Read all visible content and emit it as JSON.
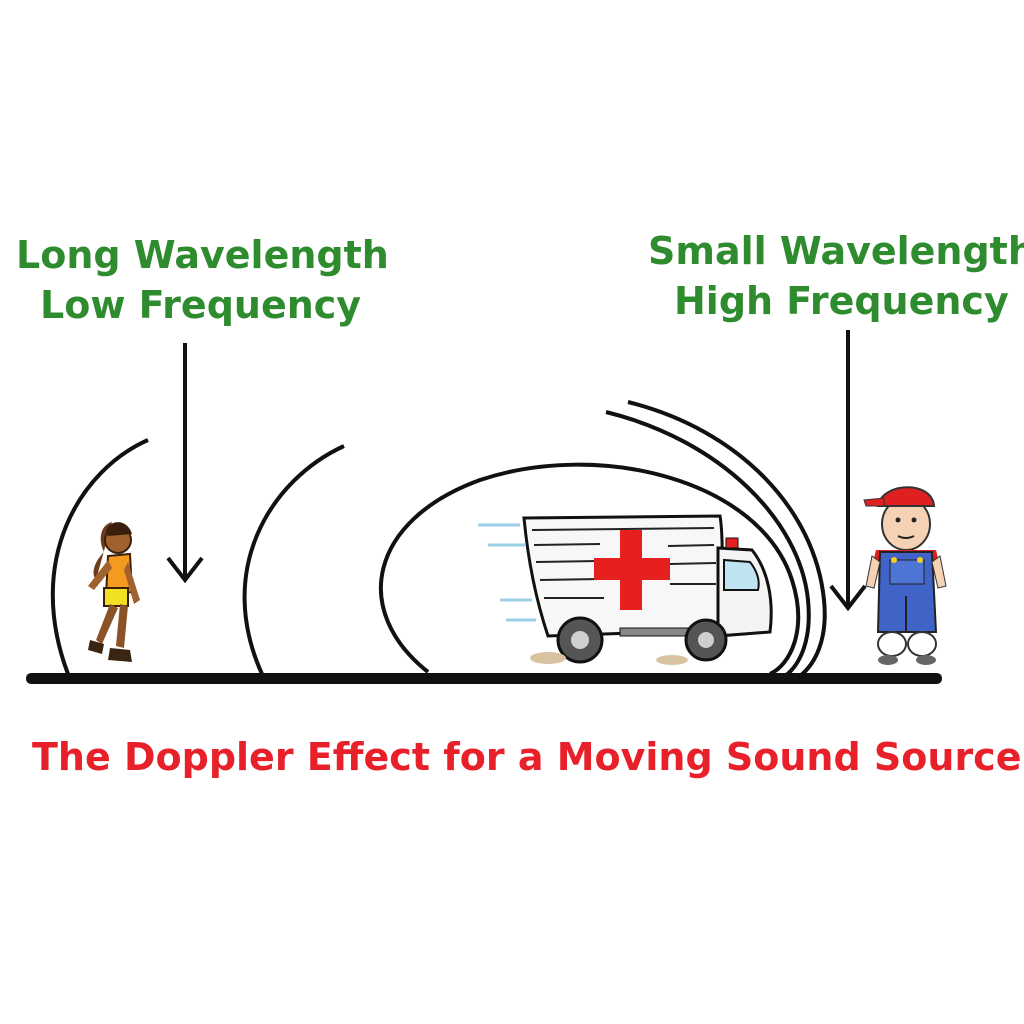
{
  "left_label": {
    "line1": "Long Wavelength",
    "line2": "Low Frequency"
  },
  "right_label": {
    "line1": "Small Wavelength",
    "line2": "High Frequency"
  },
  "caption": "The Doppler Effect for a Moving Sound Source",
  "colors": {
    "label_green": "#2e8b2e",
    "caption_red": "#e8202a",
    "lines": "#111111",
    "cross": "#e62020"
  },
  "icons": {
    "source": "ambulance-icon",
    "left_listener": "girl-walking-icon",
    "right_listener": "boy-standing-icon"
  }
}
